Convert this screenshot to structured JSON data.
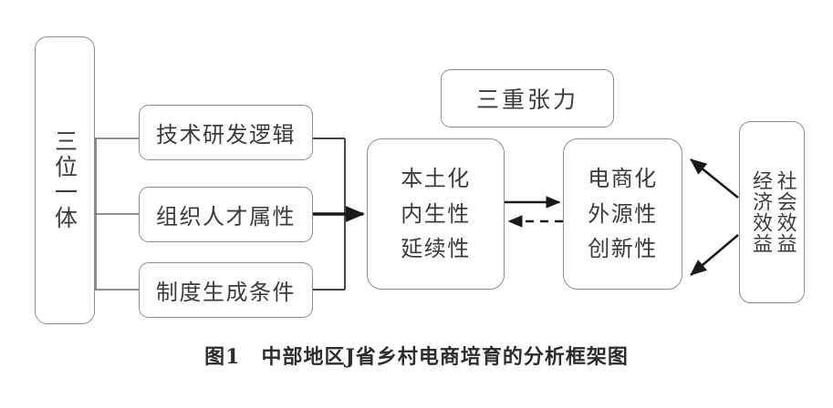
{
  "figure": {
    "caption": "图1　中部地区J省乡村电商培育的分析框架图",
    "background_color": "#ffffff",
    "border_color": "#8d8d8d",
    "text_color": "#3b3b3b",
    "arrow_color": "#1a1a1a"
  },
  "nodes": {
    "trinity": {
      "label": "三位一体",
      "orientation": "vertical"
    },
    "pillars": [
      {
        "label": "技术研发逻辑"
      },
      {
        "label": "组织人才属性"
      },
      {
        "label": "制度生成条件"
      }
    ],
    "tension": {
      "label": "三重张力"
    },
    "local": {
      "lines": [
        "本土化",
        "内生性",
        "延续性"
      ]
    },
    "ecommerce": {
      "lines": [
        "电商化",
        "外源性",
        "创新性"
      ]
    },
    "benefits": {
      "columns": [
        "经济效益",
        "社会效益"
      ],
      "orientation": "vertical"
    }
  },
  "connectors": {
    "bracket": {
      "name": "trinity-to-pillars-bracket",
      "style": "solid-thin"
    },
    "merge": {
      "name": "pillars-merge-to-local",
      "style": "solid-thick-arrow"
    },
    "forward": {
      "name": "local-to-ecommerce-arrow",
      "style": "solid-arrow"
    },
    "feedback": {
      "name": "ecommerce-to-local-dashed-arrow",
      "style": "dashed-arrow"
    },
    "benefit_up": {
      "name": "benefits-to-ecommerce-upper-arrow",
      "style": "solid-diagonal-arrow"
    },
    "benefit_down": {
      "name": "benefits-to-ecommerce-lower-arrow",
      "style": "solid-diagonal-arrow"
    }
  }
}
